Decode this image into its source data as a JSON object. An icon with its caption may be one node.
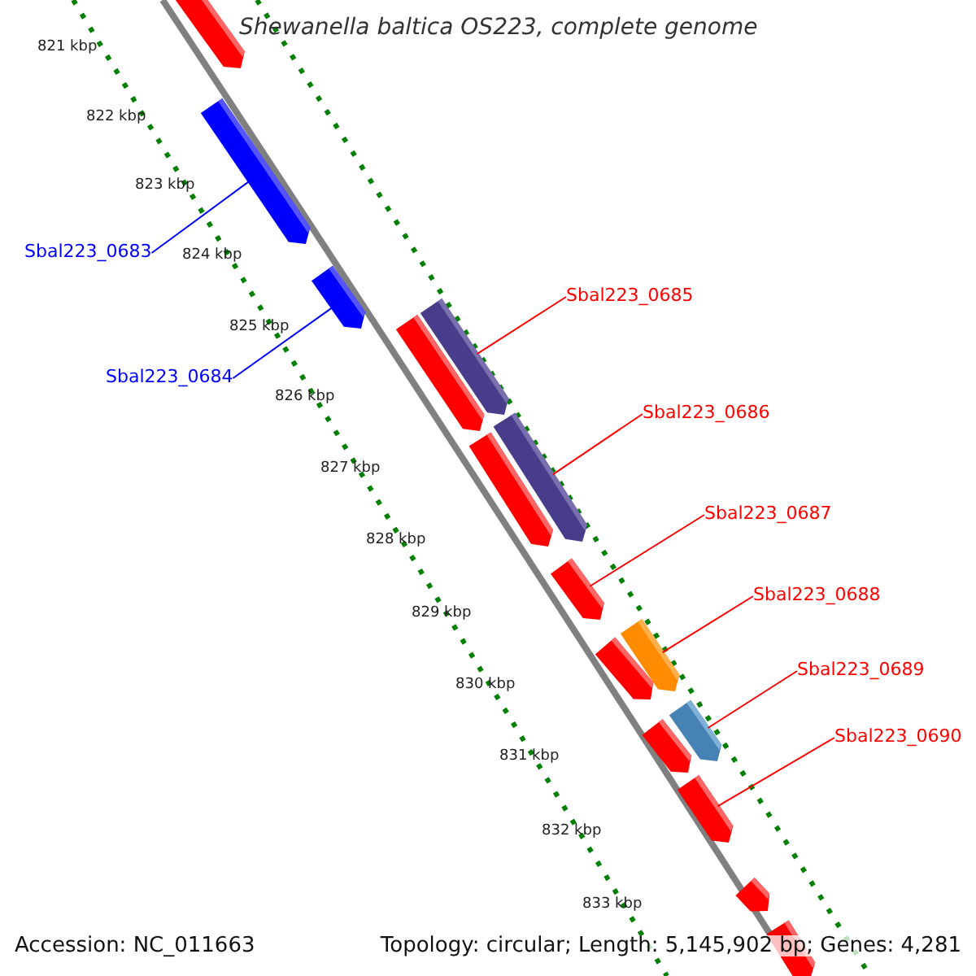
{
  "diagram": {
    "title": "Shewanella baltica OS223, complete genome",
    "nodes": [
      {
        "text": [
          "Sbal223_0683"
        ]
      },
      {
        "text": [
          "Sbal223_0684"
        ]
      },
      {
        "text": [
          "Sbal223_0685"
        ]
      },
      {
        "text": [
          "Sbal223_0686"
        ]
      },
      {
        "text": [
          "Sbal223_0687"
        ]
      },
      {
        "text": [
          "Sbal223_0688"
        ]
      },
      {
        "text": [
          "Sbal223_0689"
        ]
      },
      {
        "text": [
          "Sbal223_0690"
        ]
      },
      {
        "text": [],
        "shape": "bar"
      },
      {
        "text": [],
        "shape": "bar"
      },
      {
        "text": [],
        "shape": "bar"
      },
      {
        "text": [],
        "shape": "bar"
      },
      {
        "text": [],
        "shape": "bar"
      },
      {
        "text": [],
        "shape": "bar"
      },
      {
        "text": [],
        "shape": "bar"
      },
      {
        "text": [],
        "shape": "bar"
      },
      {
        "text": [],
        "shape": "bar"
      },
      {
        "text": [],
        "shape": "bar"
      },
      {
        "text": [],
        "shape": "bar"
      },
      {
        "text": [],
        "shape": "bar"
      },
      {
        "text": [],
        "shape": "bar"
      },
      {
        "text": [],
        "shape": "bar"
      },
      {
        "text": [],
        "shape": "bar"
      }
    ],
    "edges": [
      {
        "from": 0,
        "to": 9,
        "arrow": "none",
        "color": "#0000ff"
      },
      {
        "from": 1,
        "to": 10,
        "arrow": "none",
        "color": "#0000ff"
      },
      {
        "from": 2,
        "to": 12,
        "arrow": "none"
      },
      {
        "from": 3,
        "to": 14,
        "arrow": "none"
      },
      {
        "from": 4,
        "to": 15,
        "arrow": "none"
      },
      {
        "from": 5,
        "to": 16,
        "arrow": "none"
      },
      {
        "from": 6,
        "to": 19,
        "arrow": "none"
      },
      {
        "from": 7,
        "to": 20,
        "arrow": "none"
      }
    ],
    "labels": [
      "821 kbp",
      "822 kbp",
      "823 kbp",
      "824 kbp",
      "825 kbp",
      "826 kbp",
      "827 kbp",
      "828 kbp",
      "829 kbp",
      "830 kbp",
      "831 kbp",
      "832 kbp",
      "833 kbp",
      "Accession: NC_011663",
      "Topology: circular; Length: 5,145,902 bp; Genes: 4,281"
    ]
  }
}
